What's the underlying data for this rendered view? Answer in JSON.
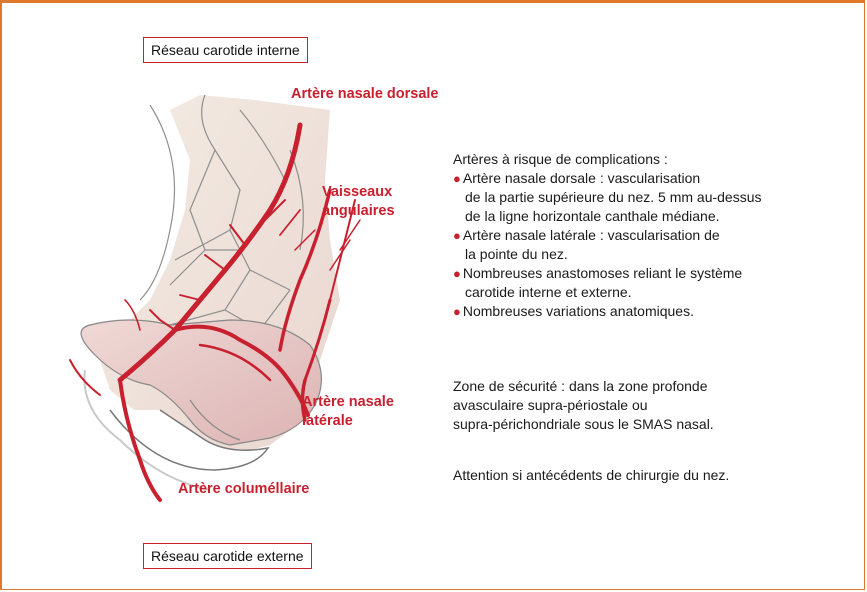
{
  "labels": {
    "internal_network": "Réseau carotide interne",
    "external_network": "Réseau carotide externe",
    "dorsal_nasal_artery": "Artère nasale dorsale",
    "angular_vessels_line1": "Vaisseaux",
    "angular_vessels_line2": "angulaires",
    "lateral_nasal_line1": "Artère nasale",
    "lateral_nasal_line2": "latérale",
    "columellar_artery": "Artère columéllaire"
  },
  "risk": {
    "heading": "Artères à risque de complications :",
    "items": [
      {
        "lines": [
          "Artère nasale dorsale : vascularisation",
          "de la partie supérieure du nez. 5 mm au-dessus",
          "de la ligne horizontale canthale médiane."
        ]
      },
      {
        "lines": [
          "Artère nasale latérale : vascularisation de",
          "la pointe du nez."
        ]
      },
      {
        "lines": [
          "Nombreuses anastomoses reliant le système",
          "carotide interne et externe."
        ]
      },
      {
        "lines": [
          "Nombreuses variations anatomiques."
        ]
      }
    ],
    "bullet_symbol": "●"
  },
  "safety": {
    "lines": [
      "Zone de sécurité : dans la zone profonde",
      "avasculaire  supra-périostale ou",
      "supra-périchondriale sous le SMAS nasal."
    ]
  },
  "warning": "Attention si antécédents de chirurgie du nez.",
  "colors": {
    "accent_red": "#c8202e",
    "frame_orange": "#e07a2a",
    "vessel_red": "#c8202e"
  }
}
